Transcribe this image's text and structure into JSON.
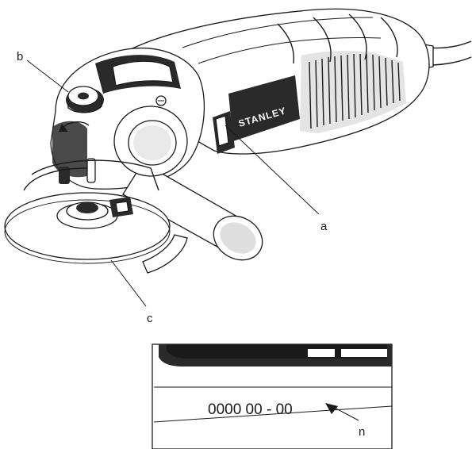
{
  "brand": "STANLEY",
  "callouts": {
    "a": "a",
    "b": "b",
    "c": "c",
    "n": "n"
  },
  "date_code": "0000 00 - 00"
}
